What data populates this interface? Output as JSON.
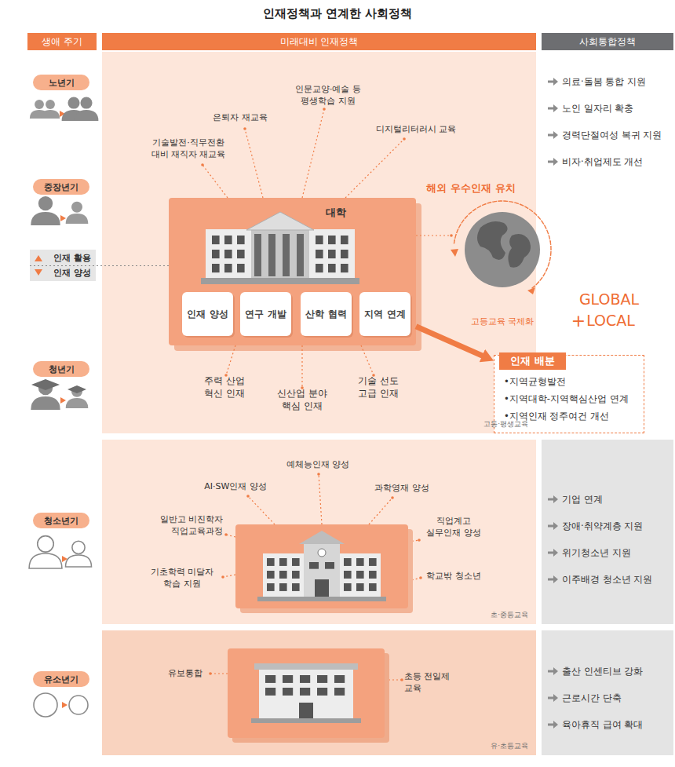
{
  "diagram": {
    "title": "인재정책과 연계한 사회정책",
    "nodes": [
      {
        "text": [
          "생애 주기"
        ]
      },
      {
        "text": [
          "미래대비 인재정책"
        ]
      },
      {
        "text": [
          "사회통합정책"
        ]
      },
      {
        "text": [
          "노년기"
        ]
      },
      {
        "text": [
          "중장년기"
        ]
      },
      {
        "text": [
          "청년기"
        ]
      },
      {
        "text": [
          "청소년기"
        ]
      },
      {
        "text": [
          "유소년기"
        ]
      },
      {
        "text": [
          "고등·평생교육"
        ]
      },
      {
        "text": [
          "대학"
        ],
        "in": 8
      },
      {
        "text": [
          "인재 양성"
        ],
        "in": 9
      },
      {
        "text": [
          "연구 개발"
        ],
        "in": 9
      },
      {
        "text": [
          "산학 협력"
        ],
        "in": 9
      },
      {
        "text": [
          "지역 연계"
        ],
        "in": 9
      },
      {
        "text": [
          "인재 배분",
          "•지역균형발전",
          "•지역대학-지역핵심산업 연계",
          "•지역인재 정주여건 개선"
        ]
      },
      {
        "text": [
          "초·중등교육"
        ]
      },
      {
        "text": [
          "유·초등교육"
        ]
      },
      {
        "text": [
          "의료·돌봄 통합 지원",
          "노인 일자리 확충",
          "경력단절여성 복귀 지원",
          "비자·취업제도 개선"
        ]
      },
      {
        "text": [
          "기업 연계",
          "장애·취약계층 지원",
          "위기청소년 지원",
          "이주배경 청소년 지원"
        ]
      },
      {
        "text": [
          "출산 인센티브 강화",
          "근로시간 단축",
          "육아휴직 급여 확대"
        ]
      }
    ],
    "edges": [
      {
        "from": 9,
        "to": 14,
        "arrow": "to"
      }
    ],
    "labels": [
      "인재 활용",
      "인재 양성",
      "기술발전·직무전환 대비 재직자 재교육",
      "은퇴자 재교육",
      "인문교양·예술 등 평생학습 지원",
      "디지털리터러시 교육",
      "해외 우수인재 유치",
      "고등교육 국제화",
      "GLOBAL",
      "+",
      "LOCAL",
      "주력 산업 혁신 인재",
      "신산업 분야 핵심 인재",
      "기술 선도 고급 인재",
      "예체능인재 양성",
      "AI·SW인재 양성",
      "과학영재 양성",
      "일반고 비진학자 직업교육과정",
      "직업계고 실무인재 양성",
      "기초학력 미달자 학습 지원",
      "학교밖 청소년",
      "유보통합",
      "초등 전일제 교육"
    ]
  }
}
